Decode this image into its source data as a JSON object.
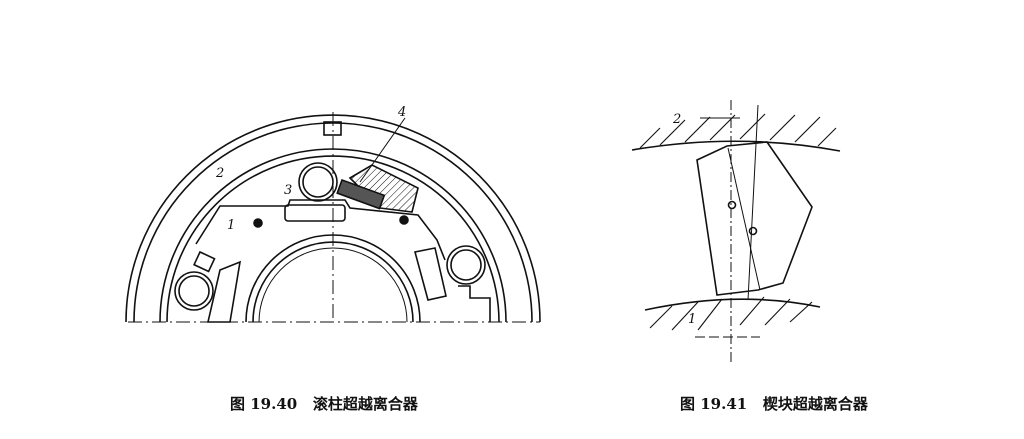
{
  "figures": [
    {
      "caption_number": "图 19.40",
      "caption_title": "滚柱超越离合器",
      "labels": [
        "1",
        "2",
        "3",
        "4"
      ]
    },
    {
      "caption_number": "图 19.41",
      "caption_title": "楔块超越离合器",
      "labels": [
        "2",
        "1"
      ]
    }
  ]
}
